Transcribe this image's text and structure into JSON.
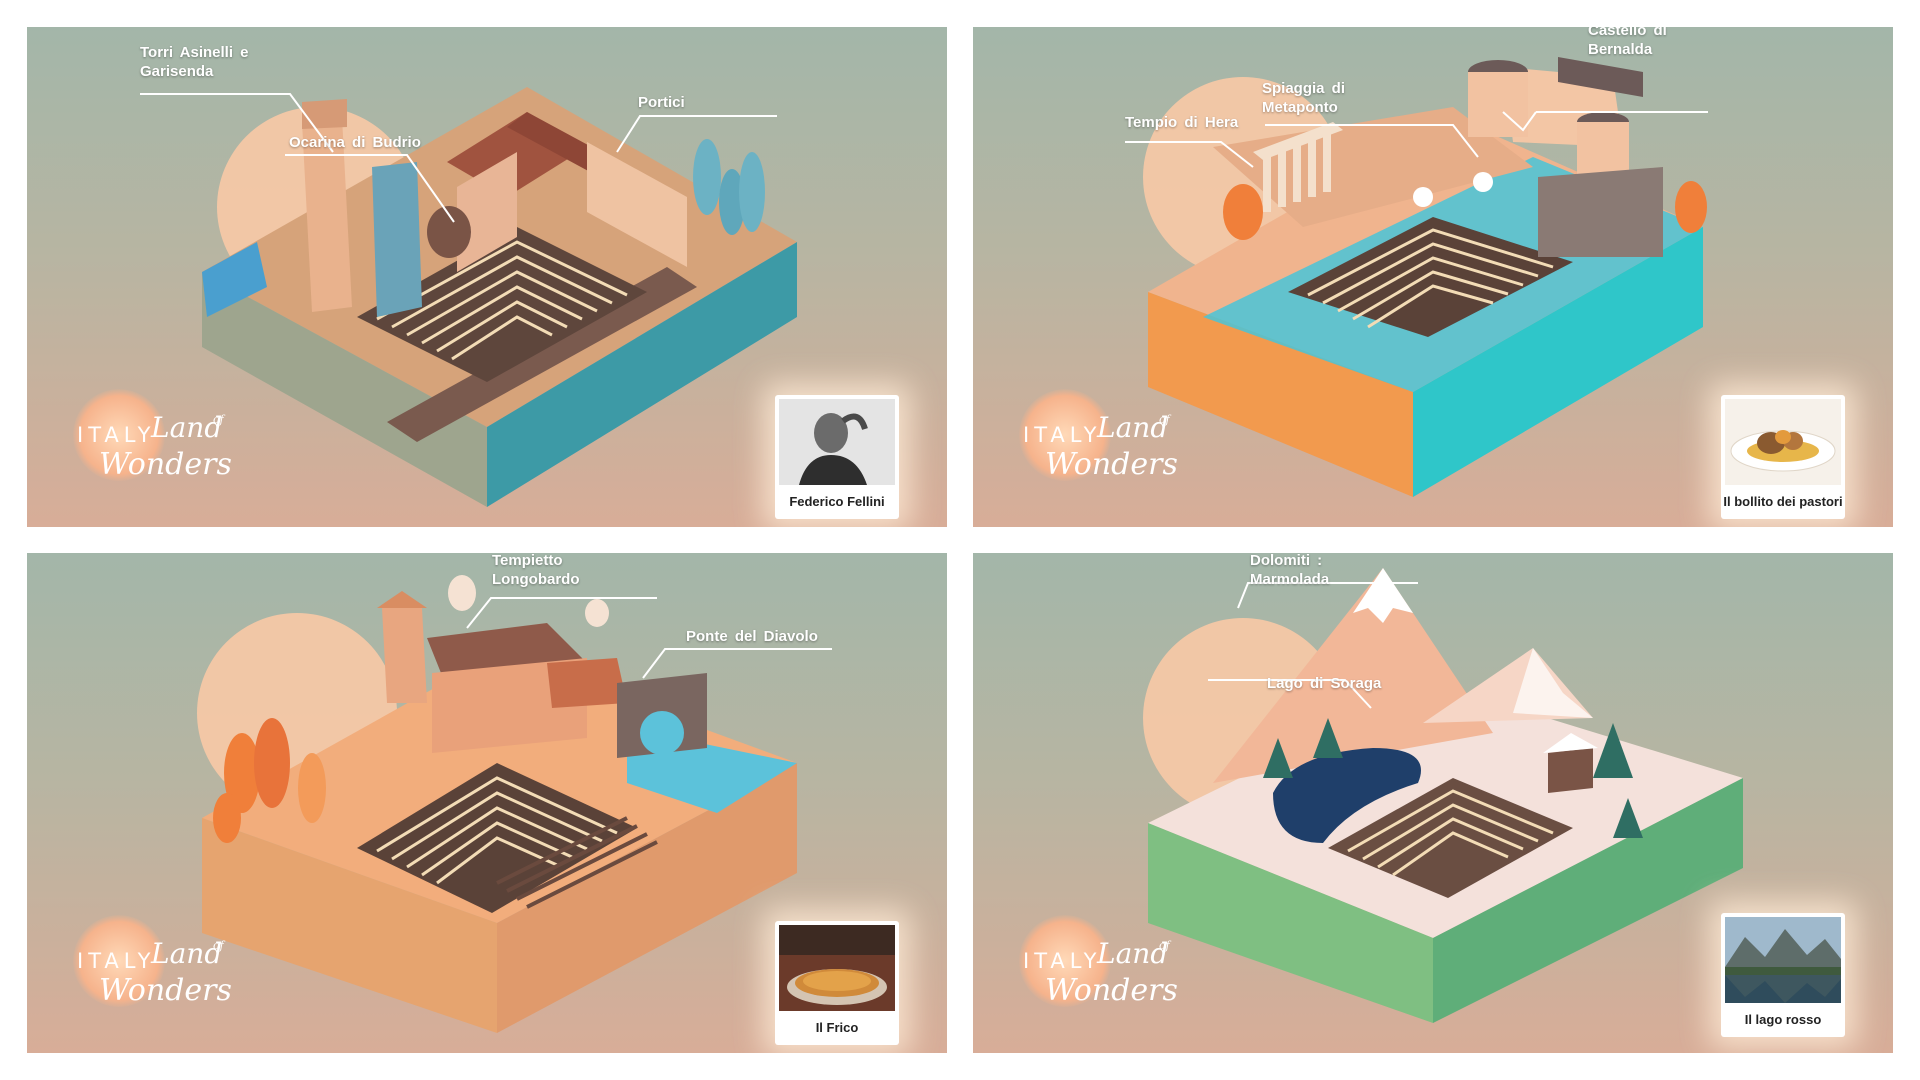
{
  "panels": [
    {
      "labels": {
        "torri": "Torri Asinelli e\nGarisenda",
        "ocarina": "Ocarina di Budrio",
        "portici": "Portici"
      },
      "card": {
        "caption": "Federico Fellini",
        "icon": "portrait-photo-icon"
      }
    },
    {
      "labels": {
        "castello": "Castello di\nBernalda",
        "spiaggia": "Spiaggia di\nMetaponto",
        "tempio": "Tempio di Hera"
      },
      "card": {
        "caption": "Il bollito dei pastori",
        "icon": "food-photo-icon"
      }
    },
    {
      "labels": {
        "tempietto": "Tempietto\nLongobardo",
        "ponte": "Ponte del Diavolo"
      },
      "card": {
        "caption": "Il Frico",
        "icon": "food-photo-icon"
      }
    },
    {
      "labels": {
        "dolomiti": "Dolomiti :\nMarmolada",
        "lago": "Lago di Soraga"
      },
      "card": {
        "caption": "Il lago rosso",
        "icon": "lake-photo-icon"
      }
    }
  ],
  "logo": {
    "italy": "ITALY",
    "land": "Land",
    "of": "of",
    "wonders": "Wonders"
  },
  "colors": {
    "sky_top": "#a3b6a9",
    "sky_bottom": "#d8ad98",
    "label": "#ffffff"
  }
}
